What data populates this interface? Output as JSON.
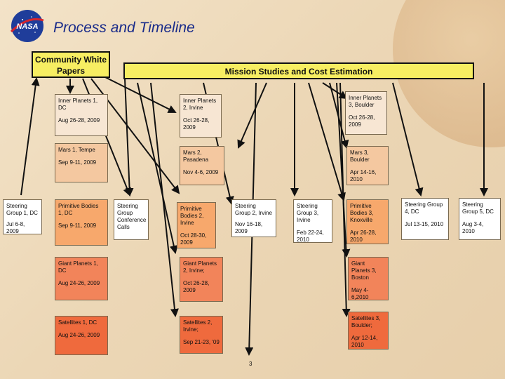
{
  "slide": {
    "title": "Process and Timeline",
    "page_number": "3",
    "logo_text": "NASA"
  },
  "headers": {
    "community": "Community White Papers",
    "mission": "Mission Studies and Cost Estimation"
  },
  "boxes": {
    "steering1": {
      "title": "Steering Group 1, DC",
      "date": "Jul 6-8, 2009"
    },
    "inner1": {
      "title": "Inner Planets 1, DC",
      "date": "Aug 26-28, 2009"
    },
    "mars1": {
      "title": "Mars 1, Tempe",
      "date": "Sep 9-11, 2009"
    },
    "prim1": {
      "title": "Primitive Bodies 1, DC",
      "date": "Sep 9-11, 2009"
    },
    "giant1": {
      "title": "Giant Planets 1, DC",
      "date": "Aug 24-26, 2009"
    },
    "sat1": {
      "title": "Satellites 1, DC",
      "date": "Aug 24-26, 2009"
    },
    "conf": {
      "title": "Steering Group Conference Calls"
    },
    "inner2": {
      "title": "Inner Planets 2, Irvine",
      "date": "Oct 26-28, 2009"
    },
    "mars2": {
      "title": "Mars 2, Pasadena",
      "date": "Nov 4-6, 2009"
    },
    "prim2": {
      "title": "Primitive Bodies 2, Irvine",
      "date": "Oct 28-30, 2009"
    },
    "giant2": {
      "title": "Giant Planets 2, Irvine;",
      "date": "Oct 26-28, 2009"
    },
    "sat2": {
      "title": "Satellites 2, Irvine;",
      "date": "Sep 21-23, '09"
    },
    "steering2": {
      "title": "Steering Group 2, Irvine",
      "date": "Nov 16-18, 2009"
    },
    "steering3": {
      "title": "Steering Group 3, Irvine",
      "date": "Feb 22-24, 2010"
    },
    "inner3": {
      "title": "Inner Planets 3, Boulder",
      "date": "Oct 26-28, 2009"
    },
    "mars3": {
      "title": "Mars 3, Boulder",
      "date": "Apr 14-16, 2010"
    },
    "prim3": {
      "title": "Primitive Bodies 3, Knoxville",
      "date": "Apr 26-28, 2010"
    },
    "giant3": {
      "title": "Giant Planets 3, Boston",
      "date": "May 4-6,2010"
    },
    "sat3": {
      "title": "Satellites 3, Boulder;",
      "date": "Apr 12-14, 2010"
    },
    "steering4": {
      "title": "Steering Group 4, DC",
      "date": "Jul 13-15, 2010"
    },
    "steering5": {
      "title": "Steering Group 5, DC",
      "date": "Aug 3-4, 2010"
    }
  },
  "colors": {
    "inner": "#f7e6d3",
    "mars": "#f4c8a0",
    "primitive": "#f7a86c",
    "giant": "#f2845a",
    "satellites": "#ef6a3d",
    "header": "#f7ee62",
    "title": "#1a2c8a"
  }
}
